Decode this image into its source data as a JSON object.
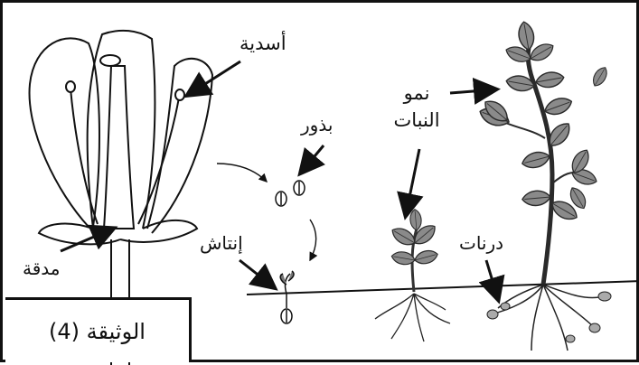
{
  "labels": {
    "stamens": "أسدية",
    "seeds": "بذور",
    "plant_growth_line1": "نمو",
    "plant_growth_line2": "النبات",
    "germination": "إنتاش",
    "tubers": "درنات",
    "pistil": "مدقة"
  },
  "document_label": "الوثيقة (4)",
  "colors": {
    "ink": "#111111",
    "leaf_fill": "#8a8a8a",
    "leaf_edge": "#2a2a2a"
  }
}
